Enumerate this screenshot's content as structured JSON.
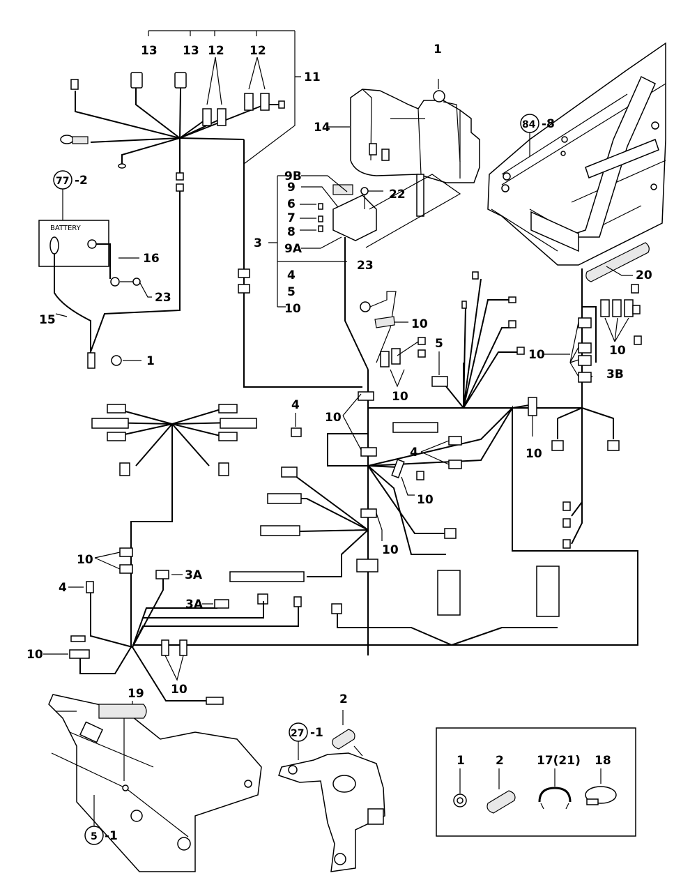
{
  "battery": {
    "label": "BATTERY"
  },
  "refs": {
    "r77": "77",
    "r77s": "-2",
    "r84": "84",
    "r84s": "-8",
    "r27": "27",
    "r27s": "-1",
    "r5": "5",
    "r5s": "-1"
  },
  "callouts": {
    "c13a": "13",
    "c13b": "13",
    "c12a": "12",
    "c12b": "12",
    "c11": "11",
    "c1top": "1",
    "c14": "14",
    "c9B": "9B",
    "c9": "9",
    "c22": "22",
    "c6": "6",
    "c7": "7",
    "c8": "8",
    "c3": "3",
    "c9A": "9A",
    "c4top": "4",
    "c5top": "5",
    "c10top": "10",
    "c16": "16",
    "c23a": "23",
    "c15": "15",
    "c1b": "1",
    "c23b": "23",
    "c10a": "10",
    "c5b": "5",
    "c10b": "10",
    "c10c": "10",
    "c20": "20",
    "c10d": "10",
    "c3B": "3B",
    "c10e": "10",
    "c4b": "4",
    "c10f": "10",
    "c4c": "4",
    "c10g": "10",
    "c10h": "10",
    "c10i": "10",
    "c4d": "4",
    "c3Aa": "3A",
    "c3Ab": "3A",
    "c10j": "10",
    "c10k": "10",
    "c19": "19",
    "c2": "2"
  },
  "legend": {
    "items": [
      {
        "num": "1"
      },
      {
        "num": "2"
      },
      {
        "num": "17(21)"
      },
      {
        "num": "18"
      }
    ]
  }
}
